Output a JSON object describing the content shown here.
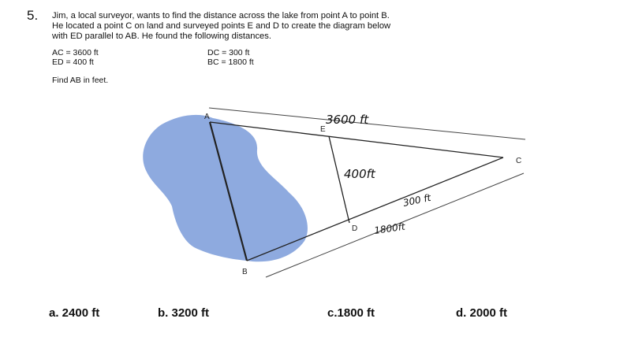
{
  "question": {
    "number": "5.",
    "text_lines": [
      "Jim, a local surveyor, wants to find the distance across the lake from point A to point B.",
      "He located a point C on land and surveyed points E and D to create the diagram below",
      "with ED parallel to AB. He found the following distances."
    ],
    "given": {
      "ac": "AC = 3600 ft",
      "ed": "ED = 400 ft",
      "dc": "DC = 300 ft",
      "bc": "BC = 1800 ft"
    },
    "prompt": "Find AB in feet."
  },
  "diagram": {
    "point_labels": {
      "a": "A",
      "b": "B",
      "c": "C",
      "d": "D",
      "e": "E"
    },
    "handwritten": {
      "ac": "3600 ft",
      "ed": "400ft",
      "dc": "300 ft",
      "bc": "1800ft"
    },
    "colors": {
      "lake": "#8eaadf",
      "line": "#222222"
    }
  },
  "choices": {
    "a": "a.  2400 ft",
    "b": "b. 3200 ft",
    "c": "c.1800 ft",
    "d": "d.  2000 ft"
  }
}
